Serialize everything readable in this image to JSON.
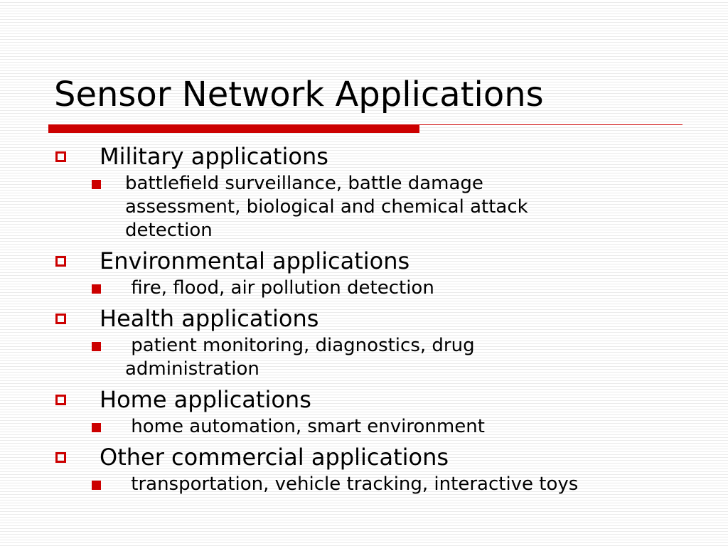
{
  "slide": {
    "title": "Sensor Network Applications",
    "accent_color": "#cc0000",
    "items": [
      {
        "label": "Military applications",
        "bullet_icon": "hollow-square-icon",
        "sub": [
          {
            "bullet_icon": "filled-square-icon",
            "lines": [
              "battlefield surveillance, battle damage",
              "assessment, biological and chemical attack",
              "detection"
            ]
          }
        ]
      },
      {
        "label": "Environmental applications",
        "bullet_icon": "hollow-square-icon",
        "sub": [
          {
            "bullet_icon": "filled-square-icon",
            "lines": [
              " fire, flood, air pollution detection"
            ]
          }
        ]
      },
      {
        "label": "Health applications",
        "bullet_icon": "hollow-square-icon",
        "sub": [
          {
            "bullet_icon": "filled-square-icon",
            "lines": [
              " patient monitoring, diagnostics, drug",
              "administration"
            ]
          }
        ]
      },
      {
        "label": "Home applications",
        "bullet_icon": "hollow-square-icon",
        "sub": [
          {
            "bullet_icon": "filled-square-icon",
            "lines": [
              " home automation, smart environment"
            ]
          }
        ]
      },
      {
        "label": "Other commercial applications",
        "bullet_icon": "hollow-square-icon",
        "sub": [
          {
            "bullet_icon": "filled-square-icon",
            "lines": [
              " transportation, vehicle tracking, interactive toys"
            ]
          }
        ]
      }
    ]
  }
}
